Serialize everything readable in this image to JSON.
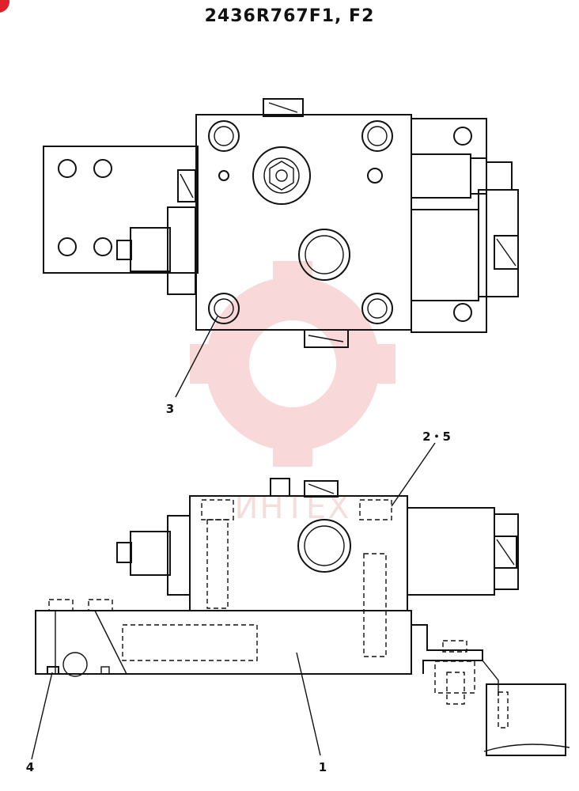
{
  "title": "2436R767F1, F2",
  "callouts": {
    "c3": "3",
    "c25": "2・5",
    "c4": "4",
    "c1": "1"
  },
  "watermark": {
    "text": "ИНТЕХ",
    "color": "#e8a0a0"
  },
  "colors": {
    "ink": "#111111",
    "corner_mark": "#e0202a"
  }
}
